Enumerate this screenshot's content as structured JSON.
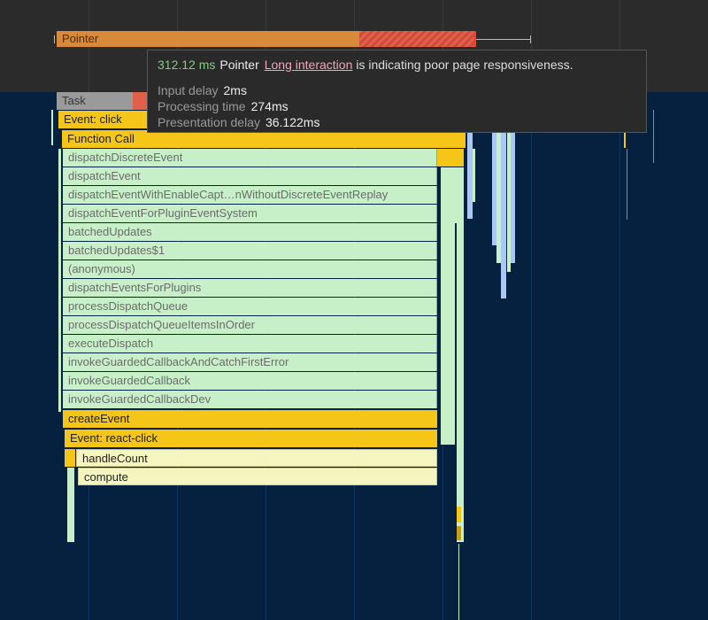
{
  "interaction": {
    "label": "Pointer"
  },
  "tooltip": {
    "duration": "312.12 ms",
    "name": "Pointer",
    "link_text": "Long interaction",
    "message": "is indicating poor page responsiveness.",
    "details": [
      {
        "label": "Input delay",
        "value": "2ms"
      },
      {
        "label": "Processing time",
        "value": "274ms"
      },
      {
        "label": "Presentation delay",
        "value": "36.122ms"
      }
    ]
  },
  "flame": {
    "task": "Task",
    "event_click": "Event: click",
    "function_call": "Function Call",
    "stack": [
      "dispatchDiscreteEvent",
      "dispatchEvent",
      "dispatchEventWithEnableCapt…nWithoutDiscreteEventReplay",
      "dispatchEventForPluginEventSystem",
      "batchedUpdates",
      "batchedUpdates$1",
      "(anonymous)",
      "dispatchEventsForPlugins",
      "processDispatchQueue",
      "processDispatchQueueItemsInOrder",
      "executeDispatch",
      "invokeGuardedCallbackAndCatchFirstError",
      "invokeGuardedCallback",
      "invokeGuardedCallbackDev"
    ],
    "create_event": "createEvent",
    "react_click": "Event: react-click",
    "handle_count": "handleCount",
    "compute": "compute"
  },
  "colors": {
    "background": "#05213f",
    "js_green": "#c8f0c8",
    "event_yellow": "#f5c518",
    "long_task_red": "#cf4a3a"
  }
}
